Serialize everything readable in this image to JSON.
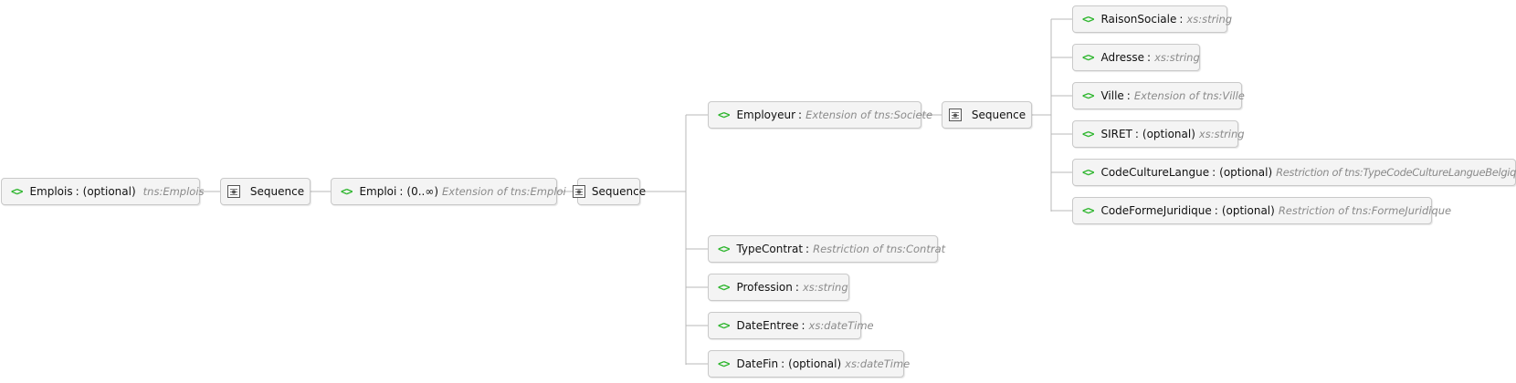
{
  "colors": {
    "element_icon": "#2cb52c",
    "node_bg": "#f4f4f4",
    "node_border": "#c9c9c9",
    "connector": "#b8b8b8",
    "type_text": "#8a8a8a"
  },
  "nodes": {
    "emplois": {
      "icon": "<>",
      "name": "Emplois",
      "occurrence": "(optional)",
      "type": "tns:Emplois"
    },
    "seq1": {
      "icon": "sequence-icon",
      "label": "Sequence"
    },
    "emploi": {
      "icon": "<>",
      "name": "Emploi",
      "occurrence": "(0..∞)",
      "type": "Extension of tns:Emploi"
    },
    "seq2": {
      "icon": "sequence-icon",
      "label": "Sequence"
    },
    "employeur": {
      "icon": "<>",
      "name": "Employeur",
      "occurrence": "",
      "type": "Extension of tns:Societe"
    },
    "seq3": {
      "icon": "sequence-icon",
      "label": "Sequence"
    },
    "raisonsociale": {
      "icon": "<>",
      "name": "RaisonSociale",
      "occurrence": "",
      "type": "xs:string"
    },
    "adresse": {
      "icon": "<>",
      "name": "Adresse",
      "occurrence": "",
      "type": "xs:string"
    },
    "ville": {
      "icon": "<>",
      "name": "Ville",
      "occurrence": "",
      "type": "Extension of tns:Ville"
    },
    "siret": {
      "icon": "<>",
      "name": "SIRET",
      "occurrence": "(optional)",
      "type": "xs:string"
    },
    "codeculturelangue": {
      "icon": "<>",
      "name": "CodeCultureLangue",
      "occurrence": "(optional)",
      "type": "Restriction of tns:TypeCodeCultureLangueBelgique"
    },
    "codeformejuridique": {
      "icon": "<>",
      "name": "CodeFormeJuridique",
      "occurrence": "(optional)",
      "type": "Restriction of tns:FormeJuridique"
    },
    "typecontrat": {
      "icon": "<>",
      "name": "TypeContrat",
      "occurrence": "",
      "type": "Restriction of tns:Contrat"
    },
    "profession": {
      "icon": "<>",
      "name": "Profession",
      "occurrence": "",
      "type": "xs:string"
    },
    "dateentree": {
      "icon": "<>",
      "name": "DateEntree",
      "occurrence": "",
      "type": "xs:dateTime"
    },
    "datefin": {
      "icon": "<>",
      "name": "DateFin",
      "occurrence": "(optional)",
      "type": "xs:dateTime"
    }
  }
}
